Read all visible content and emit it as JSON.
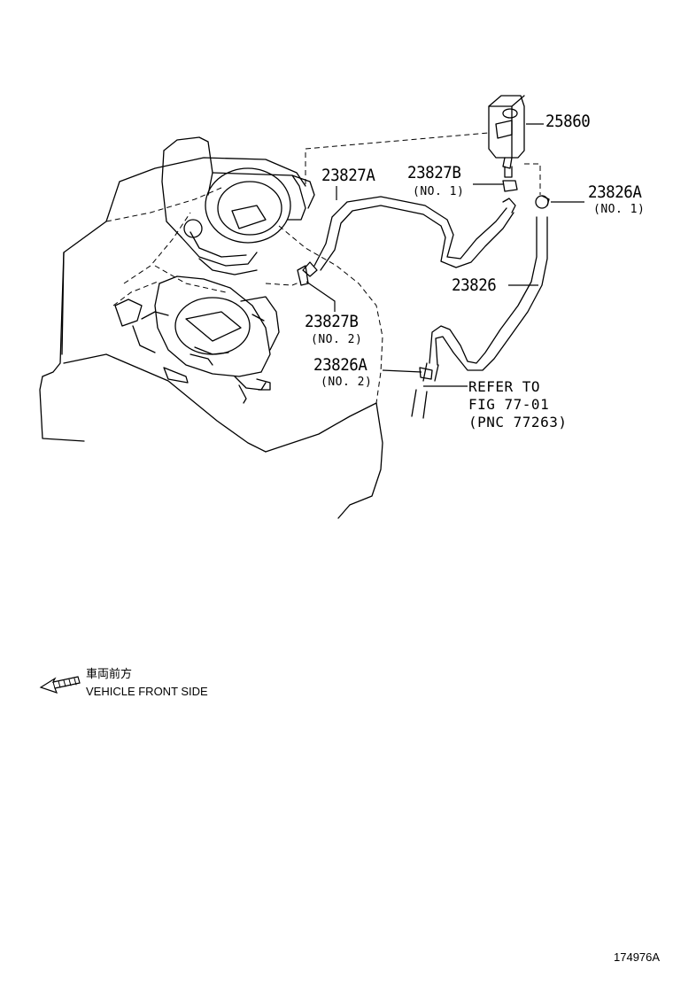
{
  "parts": {
    "p25860": {
      "number": "25860"
    },
    "p23827A": {
      "number": "23827A"
    },
    "p23827B_no1": {
      "number": "23827B",
      "sub": "(NO. 1)"
    },
    "p23826A_no1": {
      "number": "23826A",
      "sub": "(NO. 1)"
    },
    "p23826": {
      "number": "23826"
    },
    "p23827B_no2": {
      "number": "23827B",
      "sub": "(NO. 2)"
    },
    "p23826A_no2": {
      "number": "23826A",
      "sub": "(NO. 2)"
    }
  },
  "refer": {
    "line1": "REFER TO",
    "line2": "FIG 77-01",
    "line3": "(PNC 77263)"
  },
  "legend": {
    "japanese": "車両前方",
    "english": "VEHICLE FRONT SIDE",
    "arrow_icon": "front-direction-arrow"
  },
  "figure_number": "174976A"
}
